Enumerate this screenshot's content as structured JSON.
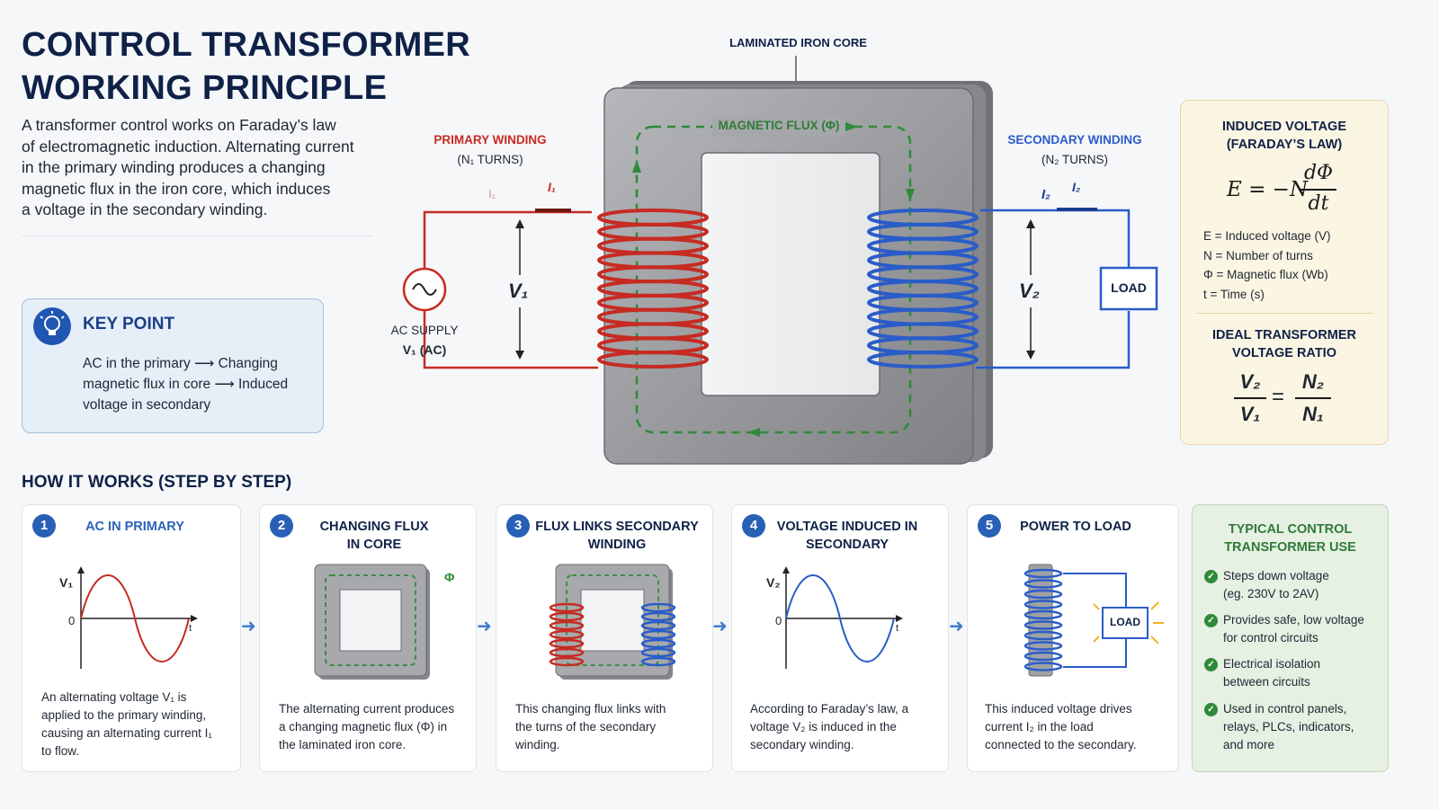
{
  "title": {
    "line1": "CONTROL TRANSFORMER",
    "line2": "WORKING PRINCIPLE"
  },
  "intro": {
    "l1": "A transformer control works on Faraday’s law",
    "l2": "of electromagnetic induction. Alternating current",
    "l3": "in the primary winding produces a changing",
    "l4": "magnetic flux in the iron core, which induces",
    "l5": "a voltage in the secondary winding."
  },
  "key_point": {
    "title": "KEY POINT",
    "l1": "AC in the primary  ⟶  Changing",
    "l2": "magnetic flux in core  ⟶  Induced",
    "l3": "voltage in secondary"
  },
  "diagram": {
    "core_label": "LAMINATED IRON CORE",
    "flux_label": "MAGNETIC FLUX (Φ)",
    "primary_title": "PRIMARY WINDING",
    "primary_turns": "(N₁ TURNS)",
    "secondary_title": "SECONDARY WINDING",
    "secondary_turns": "(N₂ TURNS)",
    "i1_faint": "I₁",
    "i1": "I₁",
    "i2_left": "I₂",
    "i2": "I₂",
    "v1": "V₁",
    "v2": "V₂",
    "ac_supply": "AC SUPPLY",
    "ac_supply_v": "V₁ (AC)",
    "load": "LOAD",
    "colors": {
      "primary": "#c62b22",
      "secondary": "#2a5cc9",
      "flux": "#2e8b3a",
      "core": "#8e9093"
    }
  },
  "formula_box": {
    "title1": "INDUCED VOLTAGE",
    "title2": "(FARADAY’S LAW)",
    "eq_lhs": "E = −N",
    "eq_num": "dΦ",
    "eq_den": "dt",
    "legend": [
      "E = Induced voltage (V)",
      "N = Number of turns",
      "Φ = Magnetic flux (Wb)",
      "t  = Time (s)"
    ],
    "ratio_title1": "IDEAL TRANSFORMER",
    "ratio_title2": "VOLTAGE RATIO",
    "ratio_v2": "V₂",
    "ratio_v1": "V₁",
    "ratio_n2": "N₂",
    "ratio_n1": "N₁",
    "ratio_eq": "="
  },
  "how_title": "HOW IT WORKS (STEP BY STEP)",
  "steps": [
    {
      "num": "1",
      "title1": "AC IN PRIMARY",
      "title2": "",
      "text": [
        "An alternating voltage V₁ is",
        "applied to the primary winding,",
        "causing an alternating current I₁",
        "to flow."
      ],
      "axis_v": "V₁",
      "axis_zero": "0",
      "axis_t": "t"
    },
    {
      "num": "2",
      "title1": "CHANGING FLUX",
      "title2": "IN CORE",
      "text": [
        "The alternating current produces",
        "a changing magnetic flux (Φ) in",
        "the laminated iron core."
      ],
      "phi": "Φ"
    },
    {
      "num": "3",
      "title1": "FLUX LINKS SECONDARY",
      "title2": "WINDING",
      "text": [
        "This changing flux links with",
        "the turns of the secondary",
        "winding."
      ]
    },
    {
      "num": "4",
      "title1": "VOLTAGE INDUCED IN",
      "title2": "SECONDARY",
      "text": [
        "According to Faraday’s law, a",
        "voltage V₂ is induced in the",
        "secondary winding."
      ],
      "axis_v": "V₂",
      "axis_zero": "0",
      "axis_t": "t"
    },
    {
      "num": "5",
      "title1": "POWER TO LOAD",
      "title2": "",
      "text": [
        "This induced voltage drives",
        "current I₂ in the load",
        "connected to the secondary."
      ],
      "load": "LOAD"
    }
  ],
  "use_box": {
    "title1": "TYPICAL CONTROL",
    "title2": "TRANSFORMER USE",
    "items": [
      [
        "Steps down voltage",
        "(eg. 230V to 2AV)"
      ],
      [
        "Provides safe, low voltage",
        "for control circuits"
      ],
      [
        "Electrical isolation",
        "between circuits"
      ],
      [
        "Used in control panels,",
        "relays, PLCs, indicators,",
        "and more"
      ]
    ],
    "check_icon": "✓"
  }
}
